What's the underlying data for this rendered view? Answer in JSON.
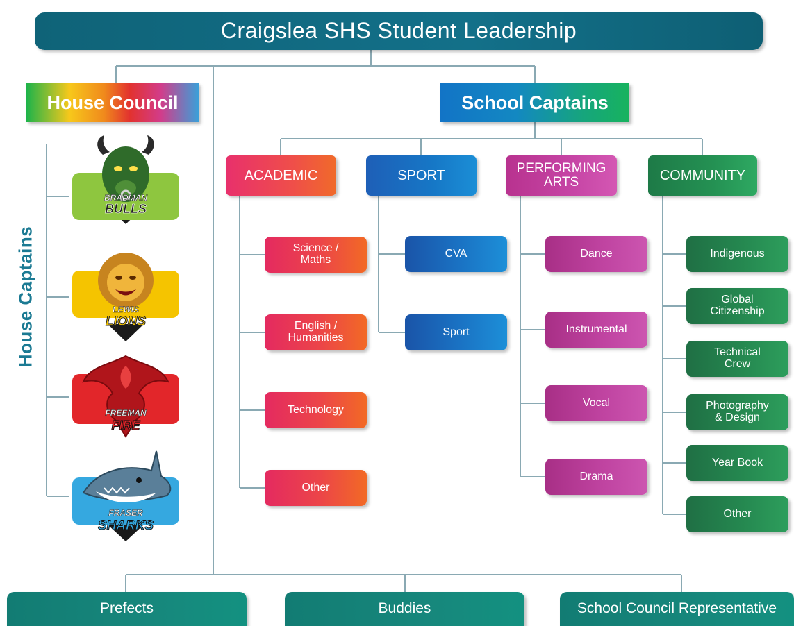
{
  "title": "Craigslea SHS Student Leadership",
  "house_council": "House Council",
  "school_captains": "School Captains",
  "house_captains_label": "House Captains",
  "houses": [
    {
      "line1": "BRADMAN",
      "line2": "BULLS",
      "icon": "bull-icon",
      "color": "#8ec63f"
    },
    {
      "line1": "LEWIS",
      "line2": "LIONS",
      "icon": "lion-icon",
      "color": "#f5c400"
    },
    {
      "line1": "FREEMAN",
      "line2": "FIRE",
      "icon": "phoenix-icon",
      "color": "#e2262a"
    },
    {
      "line1": "FRASER",
      "line2": "SHARKS",
      "icon": "shark-icon",
      "color": "#35a8e0"
    }
  ],
  "categories": {
    "academic": {
      "label": "ACADEMIC",
      "items": [
        {
          "line1": "Science /",
          "line2": "Maths"
        },
        {
          "line1": "English /",
          "line2": "Humanities"
        },
        {
          "line1": "Technology",
          "line2": ""
        },
        {
          "line1": "Other",
          "line2": ""
        }
      ]
    },
    "sport": {
      "label": "SPORT",
      "items": [
        {
          "line1": "CVA",
          "line2": ""
        },
        {
          "line1": "Sport",
          "line2": ""
        }
      ]
    },
    "performing_arts": {
      "label_line1": "PERFORMING",
      "label_line2": "ARTS",
      "items": [
        {
          "line1": "Dance",
          "line2": ""
        },
        {
          "line1": "Instrumental",
          "line2": ""
        },
        {
          "line1": "Vocal",
          "line2": ""
        },
        {
          "line1": "Drama",
          "line2": ""
        }
      ]
    },
    "community": {
      "label": "COMMUNITY",
      "items": [
        {
          "line1": "Indigenous",
          "line2": ""
        },
        {
          "line1": "Global",
          "line2": "Citizenship"
        },
        {
          "line1": "Technical",
          "line2": "Crew"
        },
        {
          "line1": "Photography",
          "line2": "& Design"
        },
        {
          "line1": "Year Book",
          "line2": ""
        },
        {
          "line1": "Other",
          "line2": ""
        }
      ]
    }
  },
  "bottom_roles": [
    "Prefects",
    "Buddies",
    "School Council Representative"
  ]
}
